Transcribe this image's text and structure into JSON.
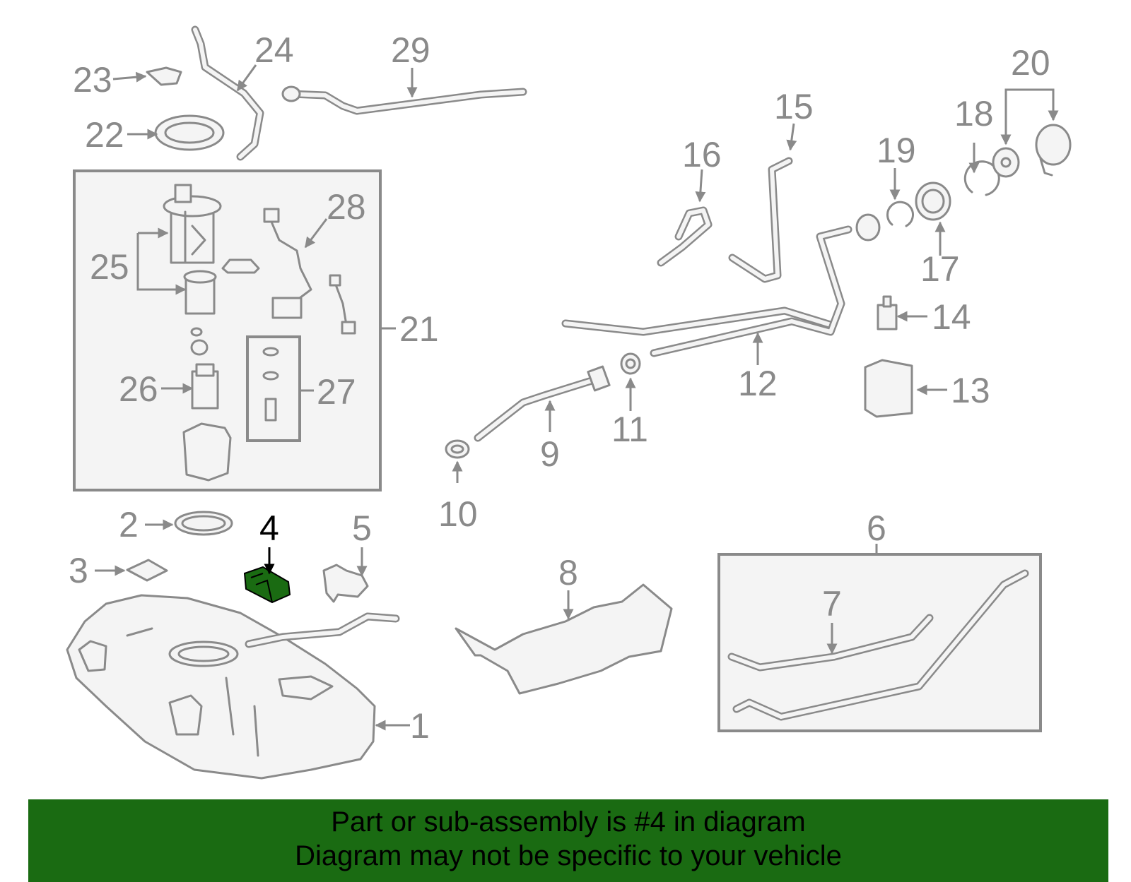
{
  "diagram": {
    "callouts": [
      "1",
      "2",
      "3",
      "4",
      "5",
      "6",
      "7",
      "8",
      "9",
      "10",
      "11",
      "12",
      "13",
      "14",
      "15",
      "16",
      "17",
      "18",
      "19",
      "20",
      "21",
      "22",
      "23",
      "24",
      "25",
      "26",
      "27",
      "28",
      "29"
    ],
    "highlighted_callout": "4",
    "colors": {
      "line": "#8a8a8a",
      "fill": "#f4f4f4",
      "highlight": "#1a6b12",
      "banner": "#1a6b12"
    }
  },
  "banner": {
    "line1": "Part or sub-assembly is #4 in diagram",
    "line2": "Diagram may not be specific to your vehicle"
  }
}
